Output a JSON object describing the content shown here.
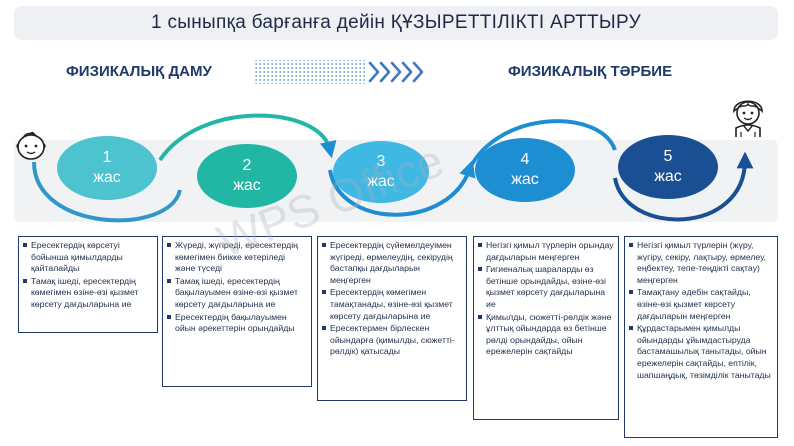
{
  "title": "1 сыныпқа барғанға дейін ҚҰЗЫРЕТТІЛІКТІ АРТТЫРУ",
  "left_heading": "ФИЗИКАЛЫҚ ДАМУ",
  "right_heading": "ФИЗИКАЛЫҚ ТӘРБИЕ",
  "watermark": "WPS Office",
  "colors": {
    "stage1": "#4dc3cf",
    "stage2": "#22b6a5",
    "stage3": "#3fb8e4",
    "stage4": "#1e8ed3",
    "stage5": "#1a4f94",
    "border": "#1f3a68"
  },
  "icons": [
    "baby-face-icon",
    "child-face-icon"
  ],
  "stages": [
    {
      "num": "1",
      "unit": "жас",
      "items": [
        "Ересектердің көрсетуі бойынша қимылдарды қайталайды",
        "Тамақ ішеді, ересектердің көмегімен өзіне-өзі қызмет көрсету дағдыларына ие"
      ]
    },
    {
      "num": "2",
      "unit": "жас",
      "items": [
        "Жүреді, жүгіреді, ересектердің көмегімен биікке көтеріледі және түседі",
        "Тамақ ішеді, ересектердің бақылауымен өзіне-өзі қызмет көрсету дағдыларына ие",
        "Ересектердің бақылауымен ойын әрекеттерін орындайды"
      ]
    },
    {
      "num": "3",
      "unit": "жас",
      "items": [
        "Ересектердің сүйемелдеуімен жүгіреді, өрмелеудің, секірудің бастапқы дағдыларын меңгерген",
        "Ересектердің көмегімен тамақтанады, өзіне-өзі қызмет көрсету дағдыларына ие",
        "Ересектермен бірлескен ойындарға (қимылды, сюжетті-рөлдік) қатысады"
      ]
    },
    {
      "num": "4",
      "unit": "жас",
      "items": [
        "Негізгі қимыл түрлерін орындау дағдыларын меңгерген",
        "Гигиеналық шараларды өз бетінше орындайды, өзіне-өзі қызмет көрсету дағдыларына ие",
        "Қимылды, сюжетті-рөлдік және ұлттық ойындарда өз бетінше рөлді орындайды, ойын ережелерін сақтайды"
      ]
    },
    {
      "num": "5",
      "unit": "жас",
      "items": [
        "Негізгі қимыл түрлерін (жүру, жүгіру, секіру, лақтыру, өрмелеу, еңбектеу, тепе-теңдікті сақтау) меңгерген",
        "Тамақтану әдебін сақтайды, өзіне-өзі қызмет көрсету дағдыларын меңгерген",
        "Құрдастарымен қимылды ойындарды ұйымдастыруда бастамашылық танытады, ойын ережелерін сақтайды, епті­лік, шапшаңдық, төзімділік танытады"
      ]
    }
  ]
}
